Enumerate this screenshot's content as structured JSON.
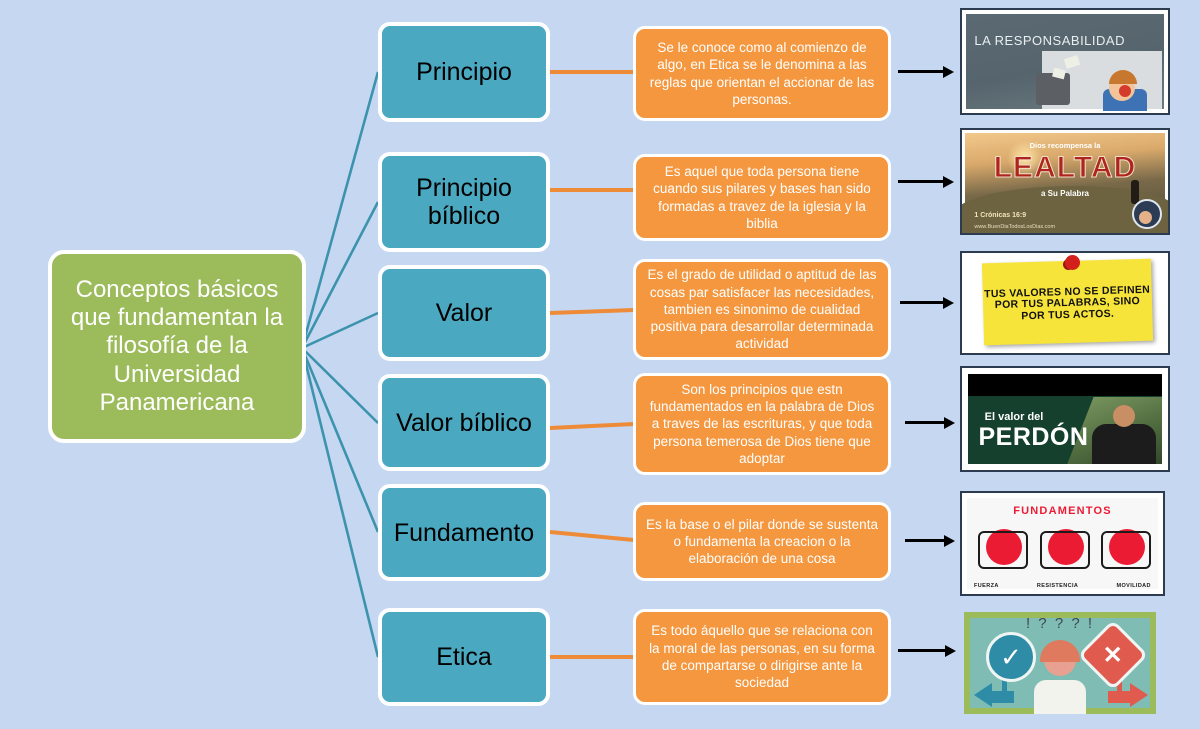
{
  "diagram": {
    "title": "Mapa conceptual - Conceptos basicos que fundamentan la filosofia de la Universidad Panamericana",
    "background_color": "#c6d8f1",
    "root": {
      "label": "Conceptos básicos que fundamentan la filosofía de la Universidad Panamericana",
      "fill": "#9cbb5a",
      "text_color": "#ffffff"
    },
    "node_fill": "#4aa8c0",
    "definition_fill": "#f4973f",
    "connector_color": "#3d93ad",
    "definition_connector_color": "#ed8b38",
    "arrow_color": "#000000",
    "branches": [
      {
        "concept": "Principio",
        "definition": "Se le conoce como al comienzo de algo, en Etica se le denomina a las reglas que orientan el accionar de las personas.",
        "image": {
          "name": "la-responsabilidad-slide",
          "caption": "LA RESPONSABILIDAD",
          "alt": "Diapositiva gris con titulo LA RESPONSABILIDAD y caricatura de un nino gritando con un maletin"
        }
      },
      {
        "concept": "Principio bíblico",
        "definition": "Es aquel que toda persona tiene cuando sus pilares y bases han sido formadas a travez de la iglesia y la biblia",
        "image": {
          "name": "lealtad-banner",
          "caption": "LEALTAD",
          "line_top": "Dios recompensa la",
          "line_bottom": "a Su Palabra",
          "reference": "1 Crónicas 16:9",
          "url": "www.BuenDiaTodosLosDias.com",
          "alt": "Banner de montana al atardecer con el titulo LEALTAD"
        }
      },
      {
        "concept": "Valor",
        "definition": "Es el grado de utilidad o aptitud de las cosas par satisfacer las necesidades, tambien es sinonimo de cualidad positiva para desarrollar determinada actividad",
        "image": {
          "name": "tus-valores-postit",
          "caption": "TUS VALORES NO SE DEFINEN POR TUS PALABRAS, SINO POR TUS ACTOS.",
          "alt": "Nota adhesiva amarilla con chinche roja y texto en mayusculas"
        }
      },
      {
        "concept": "Valor bíblico",
        "definition": "Son los principios que estn fundamentados en la palabra de Dios a traves de las escrituras, y que toda persona temerosa de Dios tiene que adoptar",
        "image": {
          "name": "el-valor-del-perdon",
          "caption_top": "El valor del",
          "caption_main": "PERDÓN",
          "alt": "Miniatura verde oscuro con un joven y el titulo El valor del PERDON"
        }
      },
      {
        "concept": "Fundamento",
        "definition": "Es la base o el pilar  donde se sustenta o fundamenta  la creacion o la elaboración de una cosa",
        "image": {
          "name": "fundamentos-infografia",
          "caption": "FUNDAMENTOS",
          "labels": [
            "FUERZA",
            "RESISTENCIA",
            "MOVILIDAD"
          ],
          "alt": "Infografia blanca con tres iconos rojos de ejercicio"
        }
      },
      {
        "concept": "Etica",
        "definition": "Es todo áquello que se relaciona con la moral de las personas, en su forma de compartarse o dirigirse ante la sociedad",
        "image": {
          "name": "etica-decision-ilustracion",
          "caption": "",
          "alt": "Ilustracion de una persona entre una senal de palomita azul y una senal de tache roja"
        }
      }
    ]
  }
}
